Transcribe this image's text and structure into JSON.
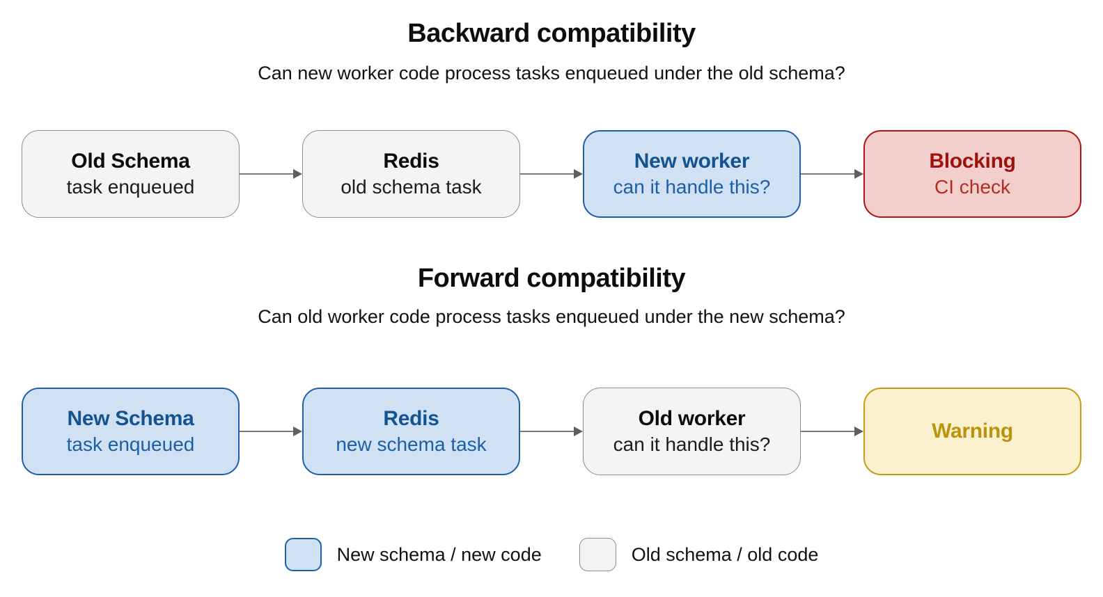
{
  "sections": [
    {
      "title": "Backward compatibility",
      "subtitle": "Can new worker code process tasks enqueued under the old schema?",
      "nodes": [
        {
          "title": "Old Schema",
          "subtitle": "task enqueued",
          "kind": "old"
        },
        {
          "title": "Redis",
          "subtitle": "old schema task",
          "kind": "old"
        },
        {
          "title": "New worker",
          "subtitle": "can it handle this?",
          "kind": "new"
        },
        {
          "title": "Blocking",
          "subtitle": "CI check",
          "kind": "blocking"
        }
      ]
    },
    {
      "title": "Forward compatibility",
      "subtitle": "Can old worker code process tasks enqueued under the new schema?",
      "nodes": [
        {
          "title": "New Schema",
          "subtitle": "task enqueued",
          "kind": "new"
        },
        {
          "title": "Redis",
          "subtitle": "new schema task",
          "kind": "new"
        },
        {
          "title": "Old worker",
          "subtitle": "can it handle this?",
          "kind": "old"
        },
        {
          "title": "Warning",
          "subtitle": "",
          "kind": "warning"
        }
      ]
    }
  ],
  "legend": [
    {
      "label": "New schema / new code",
      "kind": "new"
    },
    {
      "label": "Old schema / old code",
      "kind": "old"
    }
  ],
  "colors": {
    "background": "#ffffff",
    "new_fill": "#cfe1f3",
    "new_border": "#1e5fa8",
    "new_text": "#14538f",
    "old_fill": "#f4f4f2",
    "old_border": "#8c8c8c",
    "old_text": "#111111",
    "blocking_fill": "#f2cecd",
    "blocking_border": "#b01310",
    "blocking_text": "#9e120c",
    "warning_fill": "#fbf1ce",
    "warning_border": "#c49d12",
    "warning_text": "#bb930d",
    "arrow_line": "#7b7b7b",
    "arrow_head": "#5f5f5f"
  }
}
